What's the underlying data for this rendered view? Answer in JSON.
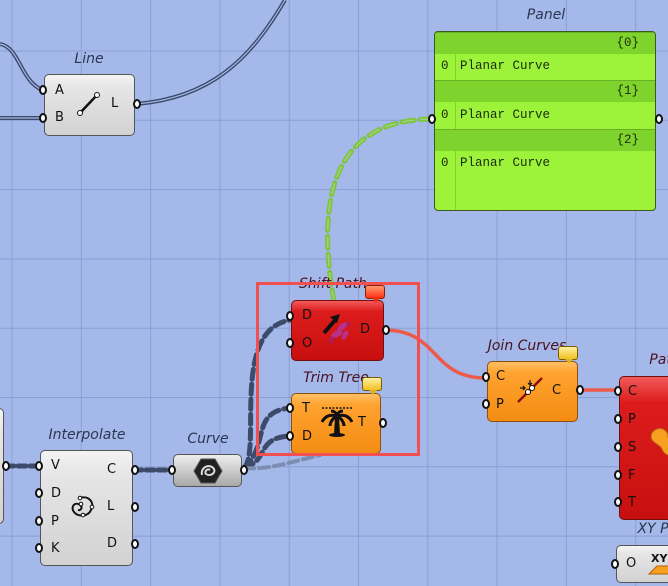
{
  "canvas": {
    "background": "#a5b8ea",
    "grid_color": "#8a9fd6",
    "selection_color": "#f25050"
  },
  "components": {
    "line": {
      "label": "Line",
      "inputs": [
        "A",
        "B"
      ],
      "outputs": [
        "L"
      ],
      "icon": "line-icon"
    },
    "panel": {
      "label": "Panel",
      "branches": [
        {
          "path": "{0}",
          "index": "0",
          "value": "Planar Curve"
        },
        {
          "path": "{1}",
          "index": "0",
          "value": "Planar Curve"
        },
        {
          "path": "{2}",
          "index": "0",
          "value": "Planar Curve"
        }
      ]
    },
    "shift_path": {
      "label": "Shift Path",
      "inputs": [
        "D",
        "O"
      ],
      "outputs": [
        "D"
      ],
      "icon": "shift-path-icon",
      "state": "error",
      "color": "#dc1c1c"
    },
    "trim_tree": {
      "label": "Trim Tree",
      "inputs": [
        "T",
        "D"
      ],
      "outputs": [
        "T"
      ],
      "icon": "trim-tree-icon",
      "state": "warning",
      "color": "#ffa330"
    },
    "join_curves": {
      "label": "Join Curves",
      "inputs": [
        "C",
        "P"
      ],
      "outputs": [
        "C"
      ],
      "icon": "join-curves-icon",
      "state": "warning",
      "color": "#ffa330"
    },
    "path": {
      "label": "Path",
      "inputs": [
        "C",
        "P",
        "S",
        "F",
        "T"
      ],
      "icon": "path-icon",
      "state": "error"
    },
    "xy_plane": {
      "label": "XY Plane",
      "inputs": [
        "O"
      ],
      "icon": "xy-plane-icon"
    },
    "interpolate": {
      "label": "Interpolate",
      "inputs": [
        "V",
        "D",
        "P",
        "K"
      ],
      "outputs": [
        "C",
        "L",
        "D"
      ],
      "icon": "interpolate-icon"
    },
    "curve": {
      "label": "Curve",
      "icon": "curve-param-icon"
    }
  }
}
